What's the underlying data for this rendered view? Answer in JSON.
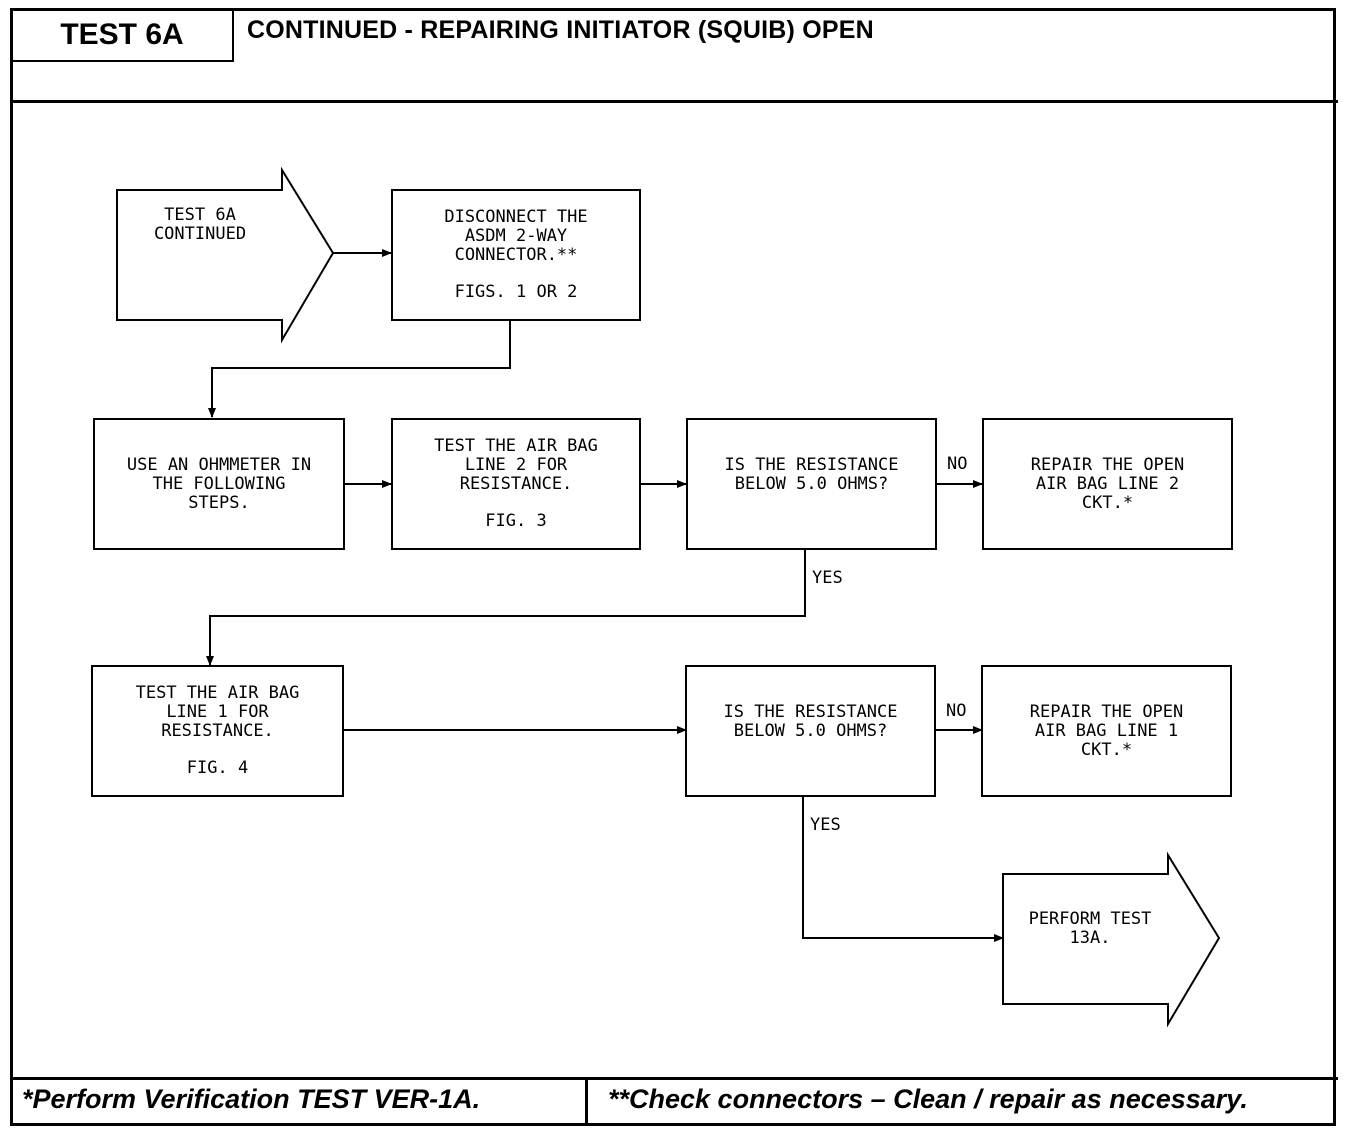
{
  "header": {
    "test_id": "TEST 6A",
    "title": "CONTINUED -  REPAIRING INITIATOR (SQUIB) OPEN"
  },
  "flow": {
    "start": {
      "line1": "TEST 6A",
      "line2": "CONTINUED"
    },
    "disconnect": {
      "line1": "DISCONNECT THE",
      "line2": "ASDM 2-WAY",
      "line3": "CONNECTOR.**",
      "ref": "FIGS. 1 OR 2"
    },
    "ohmmeter": {
      "line1": "USE AN OHMMETER IN",
      "line2": "THE FOLLOWING",
      "line3": "STEPS."
    },
    "test_line2": {
      "line1": "TEST THE AIR BAG",
      "line2": "LINE 2 FOR",
      "line3": "RESISTANCE.",
      "ref": "FIG. 3"
    },
    "decision1": {
      "line1": "IS THE RESISTANCE",
      "line2": "BELOW 5.0 OHMS?"
    },
    "repair_line2": {
      "line1": "REPAIR THE OPEN",
      "line2": "AIR BAG LINE 2",
      "line3": "CKT.*"
    },
    "test_line1": {
      "line1": "TEST THE AIR BAG",
      "line2": "LINE 1 FOR",
      "line3": "RESISTANCE.",
      "ref": "FIG. 4"
    },
    "decision2": {
      "line1": "IS THE RESISTANCE",
      "line2": "BELOW 5.0 OHMS?"
    },
    "repair_line1": {
      "line1": "REPAIR THE OPEN",
      "line2": "AIR BAG LINE 1",
      "line3": "CKT.*"
    },
    "perform": {
      "line1": "PERFORM TEST",
      "line2": "13A."
    },
    "labels": {
      "no1": "NO",
      "yes1": "YES",
      "no2": "NO",
      "yes2": "YES"
    }
  },
  "footer": {
    "note_left": "*Perform Verification TEST VER-1A.",
    "note_right": "**Check connectors – Clean / repair as necessary."
  }
}
